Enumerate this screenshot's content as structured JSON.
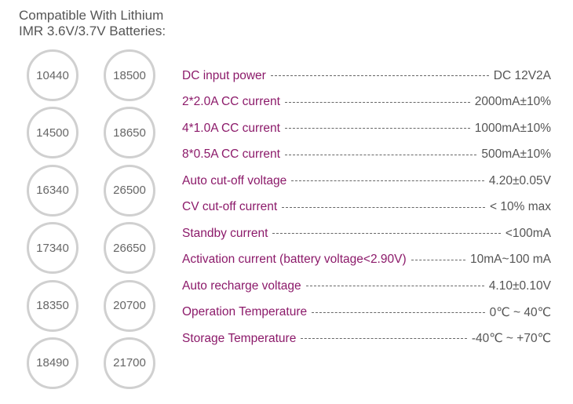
{
  "heading": {
    "line1": "Compatible With Lithium",
    "line2": "IMR 3.6V/3.7V Batteries:"
  },
  "battery_sizes": [
    "10440",
    "18500",
    "14500",
    "18650",
    "16340",
    "26500",
    "17340",
    "26650",
    "18350",
    "20700",
    "18490",
    "21700"
  ],
  "specs": [
    {
      "label": "DC input power",
      "value": "DC 12V2A"
    },
    {
      "label": "2*2.0A CC current",
      "value": "2000mA±10%"
    },
    {
      "label": "4*1.0A CC current",
      "value": "1000mA±10%"
    },
    {
      "label": "8*0.5A CC current",
      "value": "500mA±10%"
    },
    {
      "label": "Auto cut-off voltage",
      "value": "4.20±0.05V"
    },
    {
      "label": "CV cut-off current",
      "value": "< 10% max"
    },
    {
      "label": "Standby current",
      "value": "<100mA"
    },
    {
      "label": "Activation current (battery voltage<2.90V)",
      "value": "10mA~100 mA"
    },
    {
      "label": "Auto recharge voltage",
      "value": "4.10±0.10V"
    },
    {
      "label": "Operation Temperature",
      "value": "0℃ ~ 40℃"
    },
    {
      "label": "Storage Temperature",
      "value": "-40℃ ~ +70℃"
    }
  ]
}
